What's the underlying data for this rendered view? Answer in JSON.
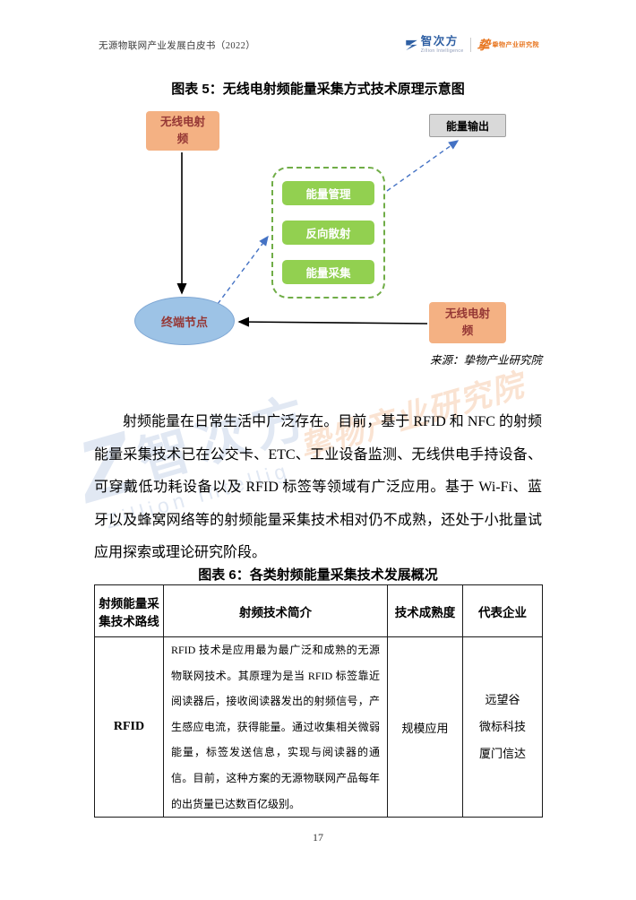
{
  "header": {
    "doc_title": "无源物联网产业发展白皮书（2022）",
    "brand": {
      "name": "智次方",
      "sub": "Zillion Intelligence"
    },
    "partner": {
      "mark": "挚",
      "name": "挚物产业研究院"
    }
  },
  "figure5": {
    "title": "图表 5：无线电射频能量采集方式技术原理示意图",
    "nodes": {
      "rf_source_top": "无线电射频",
      "energy_output": "能量输出",
      "energy_management": "能量管理",
      "backscatter": "反向散射",
      "energy_harvesting": "能量采集",
      "terminal_node": "终端节点",
      "rf_source_right": "无线电射频"
    },
    "source": "来源：挚物产业研究院"
  },
  "body_paragraph": "射频能量在日常生活中广泛存在。目前，基于 RFID 和 NFC 的射频能量采集技术已在公交卡、ETC、工业设备监测、无线供电手持设备、可穿戴低功耗设备以及 RFID 标签等领域有广泛应用。基于 Wi-Fi、蓝牙以及蜂窝网络等的射频能量采集技术相对仍不成熟，还处于小批量试应用探索或理论研究阶段。",
  "figure6": {
    "title": "图表 6：各类射频能量采集技术发展概况",
    "table": {
      "headers": [
        "射频能量采集技术路线",
        "射频技术简介",
        "技术成熟度",
        "代表企业"
      ],
      "rows": [
        {
          "route": "RFID",
          "intro": "RFID 技术是应用最为最广泛和成熟的无源物联网技术。其原理为是当 RFID 标签靠近阅读器后，接收阅读器发出的射频信号，产生感应电流，获得能量。通过收集相关微弱能量，标签发送信息，实现与阅读器的通信。目前，这种方案的无源物联网产品每年的出货量已达数百亿级别。",
          "maturity": "规模应用",
          "companies": [
            "远望谷",
            "微标科技",
            "厦门信达"
          ]
        }
      ]
    }
  },
  "footer": {
    "page_number": "17"
  },
  "watermark": {
    "brand": "智次方",
    "brand_en": "Zillion Intellig",
    "partner": "挚物产业研究院"
  },
  "colors": {
    "orange_box": "#F4B183",
    "green_box": "#92D050",
    "dashed_border": "#70AD47",
    "ellipse_blue": "#9DC3E6",
    "gray_box": "#D9D9D9",
    "dark_red_text": "#953735",
    "dashed_arrow_blue": "#4472C4",
    "brand_blue": "#2E5FA3",
    "partner_orange": "#E87722"
  }
}
